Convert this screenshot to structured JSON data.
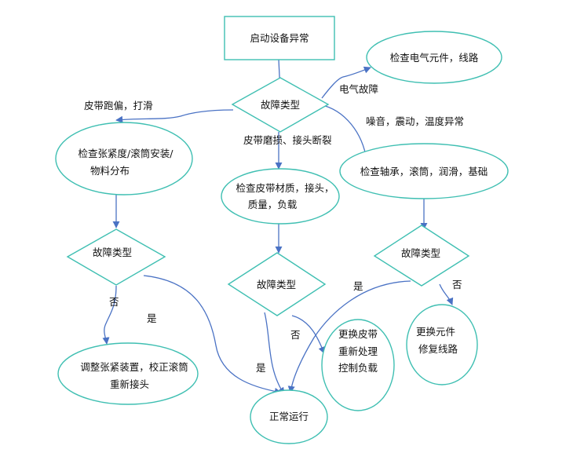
{
  "nodes": {
    "start": "启动设备异常",
    "decision_main": "故障类型",
    "check_electrical": "检查电气元件，线路",
    "check_tension": [
      "检查张紧度/滚筒安装/",
      "物料分布"
    ],
    "check_belt": [
      "检查皮带材质，接头，",
      "质量，负载"
    ],
    "check_bearing": "检查轴承，滚筒，润滑，基础",
    "decision_left": "故障类型",
    "decision_mid": "故障类型",
    "decision_right": "故障类型",
    "adjust": [
      "调整张紧装置，校正滚筒",
      "重新接头"
    ],
    "replace_belt": [
      "更换皮带",
      "重新处理",
      "控制负载"
    ],
    "replace_parts": [
      "更换元件",
      "修复线路"
    ],
    "normal": "正常运行"
  },
  "edges": {
    "electrical_fault": "电气故障",
    "belt_deviation": "皮带跑偏，打滑",
    "belt_wear": "皮带磨损、接头断裂",
    "noise": "噪音，震动，温度异常",
    "left_no": "否",
    "left_yes": "是",
    "mid_yes": "是",
    "mid_no": "否",
    "right_yes": "是",
    "right_no": "否"
  },
  "colors": {
    "node_border": "#3fbfb2",
    "arrow": "#4a72c4",
    "text": "#111111"
  }
}
